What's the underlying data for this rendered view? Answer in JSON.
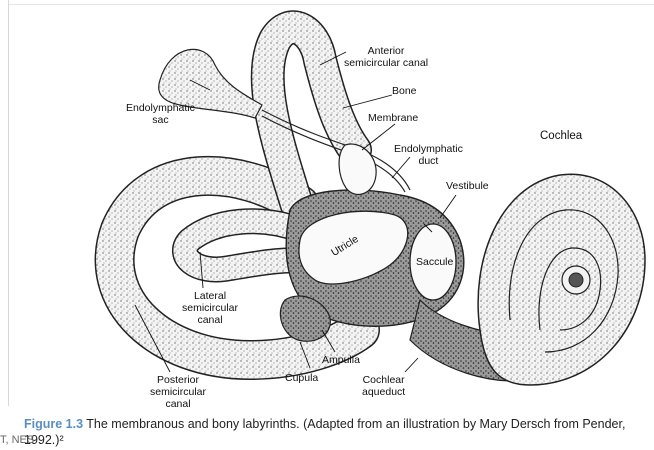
{
  "figure": {
    "number": "Figure 1.3",
    "caption": "The membranous and bony labyrinths. (Adapted from an illustration by Mary Dersch from Pender, 1992.)²"
  },
  "labels": {
    "anterior_canal": [
      "Anterior",
      "semicircular canal"
    ],
    "bone": "Bone",
    "membrane": "Membrane",
    "endolymphatic_sac": [
      "Endolymphatic",
      "sac"
    ],
    "endolymphatic_duct": [
      "Endolymphatic",
      "duct"
    ],
    "cochlea": "Cochlea",
    "vestibule": "Vestibule",
    "utricle": "Utricle",
    "saccule": "Saccule",
    "lateral_canal": [
      "Lateral",
      "semicircular",
      "canal"
    ],
    "posterior_canal": [
      "Posterior",
      "semicircular",
      "canal"
    ],
    "ampulla": "Ampulla",
    "cupula": "Cupula",
    "cochlear_aqueduct": [
      "Cochlear",
      "aqueduct"
    ]
  },
  "cut_text": "T, NES"
}
